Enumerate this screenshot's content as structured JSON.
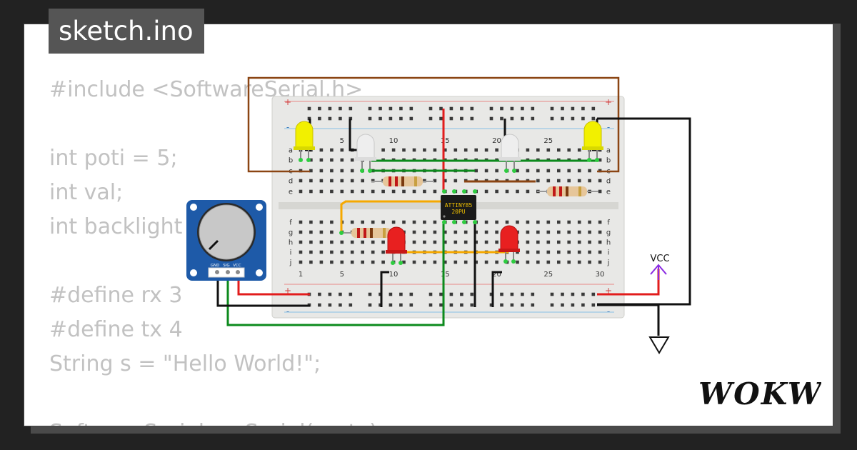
{
  "file_tab": {
    "label": "sketch.ino"
  },
  "code_lines": [
    "#include <SoftwareSerial.h>",
    "",
    "int poti = 5;",
    "int val;",
    "int backlight",
    "",
    "#define rx 3",
    "#define tx 4",
    "String s = \"Hello World!\";",
    "",
    "SoftwareSerial mySerial(rx, tx);"
  ],
  "breadboard": {
    "col_numbers": [
      "1",
      "5",
      "10",
      "15",
      "20",
      "25",
      "30"
    ],
    "row_letters_top": [
      "a",
      "b",
      "c",
      "d",
      "e"
    ],
    "row_letters_bottom": [
      "f",
      "g",
      "h",
      "i",
      "j"
    ],
    "rail_plus": "+",
    "rail_minus": "-"
  },
  "chip": {
    "line1": "ATTINY85",
    "line2": "20PU"
  },
  "potentiometer": {
    "pins": [
      "GND",
      "SIG",
      "VCC"
    ]
  },
  "power": {
    "vcc_label": "VCC"
  },
  "brand": {
    "logo_text": "WOKWI"
  },
  "colors": {
    "background": "#222222",
    "card": "#ffffff",
    "tab": "#555555",
    "code_text": "#c2c2c2",
    "wire_red": "#e21c1c",
    "wire_black": "#111111",
    "wire_green": "#0c8a1c",
    "wire_brown": "#8b4513",
    "wire_orange": "#f5a800",
    "led_yellow": "#f2f000",
    "led_red": "#e82020",
    "led_white": "#e8e8e8",
    "vcc_purple": "#8a2be2",
    "pot_blue": "#1e5aa8"
  }
}
